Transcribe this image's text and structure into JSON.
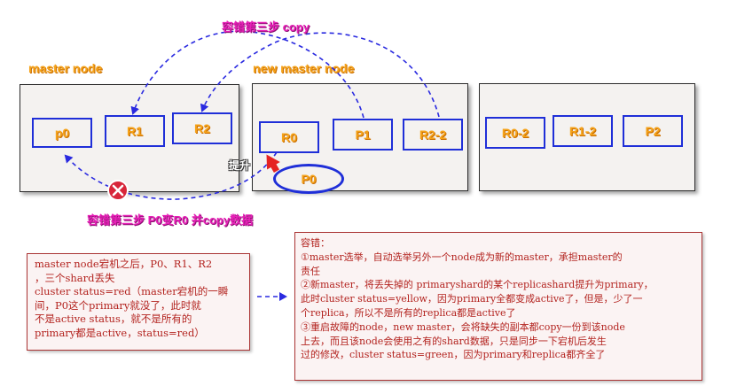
{
  "nodes": {
    "master": {
      "title": "master node",
      "shards": [
        "p0",
        "R1",
        "R2"
      ]
    },
    "new_master": {
      "title": "new  master node",
      "shards": [
        "R0",
        "P1",
        "R2-2",
        "P0"
      ]
    },
    "third": {
      "shards": [
        "R0-2",
        "R1-2",
        "P2"
      ]
    }
  },
  "labels": {
    "step3_copy": "容错第三步 copy",
    "step3_p0_to_r0": "容错第三步 P0变R0  并copy数据",
    "promote": "提升"
  },
  "notes": {
    "left": "master node宕机之后，P0、R1、R2\n，三个shard丢失\ncluster status=red（master宕机的一瞬\n间，P0这个primary就没了，此时就\n不是active status，就不是所有的\nprimary都是active，status=red）",
    "right": "容错：\n①master选举，自动选举另外一个node成为新的master，承担master的\n责任\n②新master，将丢失掉的 primaryshard的某个replicashard提升为primary，\n此时cluster status=yellow，因为primary全都变成active了，但是，少了一\n个replica，所以不是所有的replica都是active了\n③重启故障的node，new master，会将缺失的副本都copy一份到该node\n上去，而且该node会使用之有的shard数据，只是同步一下宕机后发生\n过的修改，cluster status=green，因为primary和replica都齐全了"
  },
  "colors": {
    "shard_border": "#1f2fd8",
    "shard_text": "#f5a31a",
    "arrow": "#2a2ae0",
    "step_label": "#e820b8",
    "note_text": "#b3231f"
  }
}
